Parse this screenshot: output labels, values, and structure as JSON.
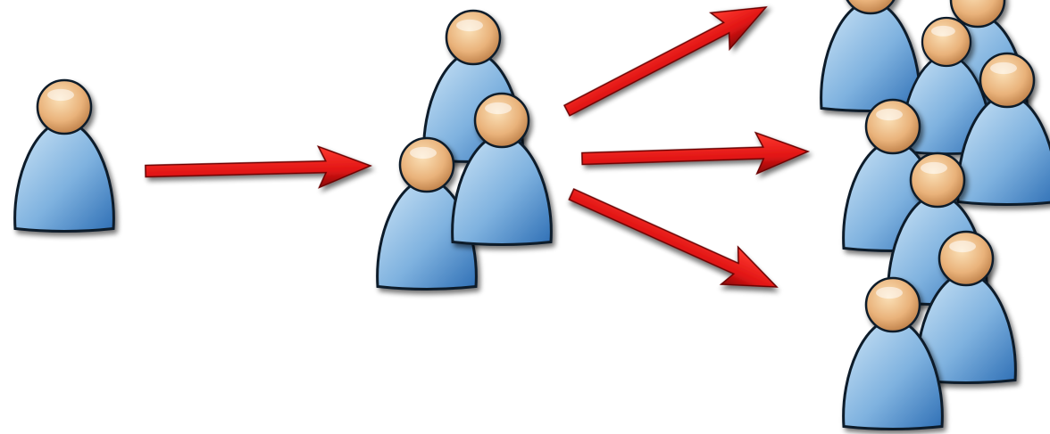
{
  "diagram": {
    "stages": [
      {
        "id": "single",
        "people": 1
      },
      {
        "id": "small-group",
        "people": 3
      },
      {
        "id": "large-group",
        "people": 8
      }
    ],
    "arrows": [
      {
        "from": "single",
        "to": "small-group"
      },
      {
        "from": "small-group",
        "to": "large-group-top"
      },
      {
        "from": "small-group",
        "to": "large-group-middle"
      },
      {
        "from": "small-group",
        "to": "large-group-bottom"
      }
    ],
    "colors": {
      "arrow": "#e01414",
      "arrow_dark": "#8a0a0a",
      "body_light": "#cfe6f7",
      "body_mid": "#7fb2df",
      "body_dark": "#2f6fb5",
      "head_light": "#fbe1b8",
      "head_mid": "#e9b27a",
      "head_dark": "#b97a43",
      "outline": "#0d1a2a"
    },
    "icons": [
      "person-icon",
      "arrow-icon"
    ]
  }
}
